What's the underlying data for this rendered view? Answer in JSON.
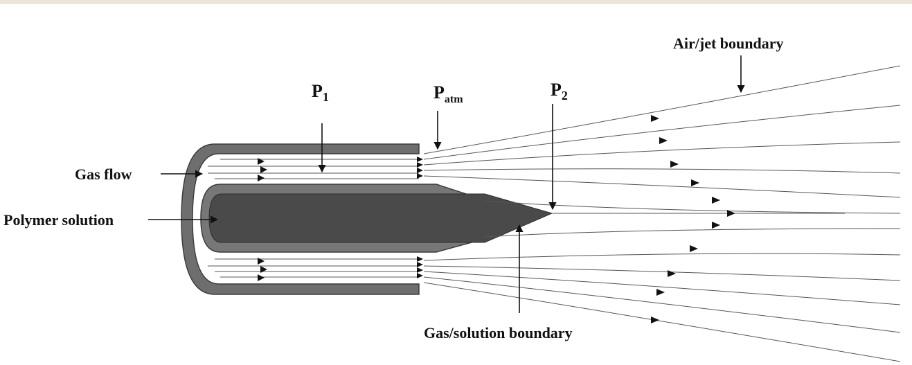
{
  "colors": {
    "nozzle": "#6e6e6e",
    "nozzle_edge": "#3c3c3c",
    "solution": "#4a4a4a",
    "line": "#444444",
    "text": "#111111",
    "top_band": "#ece6d8"
  },
  "labels": {
    "gas_flow": "Gas flow",
    "polymer_solution": "Polymer solution",
    "p1_main": "P",
    "p1_sub": "1",
    "patm_main": "P",
    "patm_sub": "atm",
    "p2_main": "P",
    "p2_sub": "2",
    "air_jet_boundary": "Air/jet boundary",
    "gas_solution_boundary": "Gas/solution boundary"
  }
}
